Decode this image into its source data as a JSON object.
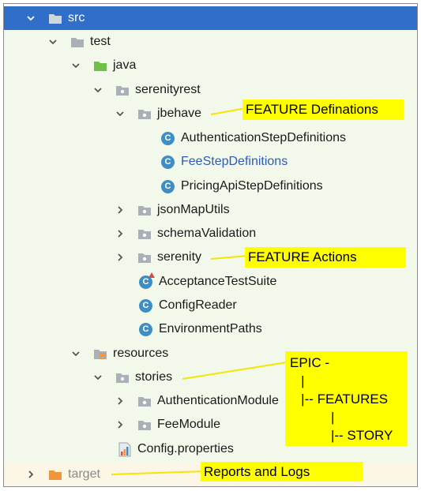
{
  "tree": {
    "src": "src",
    "test": "test",
    "java": "java",
    "serenityrest": "serenityrest",
    "jbehave": "jbehave",
    "authentication_step_definitions": "AuthenticationStepDefinitions",
    "fee_step_definitions": "FeeStepDefinitions",
    "pricing_api_step_definitions": "PricingApiStepDefinitions",
    "json_map_utils": "jsonMapUtils",
    "schema_validation": "schemaValidation",
    "serenity": "serenity",
    "acceptance_test_suite": "AcceptanceTestSuite",
    "config_reader": "ConfigReader",
    "environment_paths": "EnvironmentPaths",
    "resources": "resources",
    "stories": "stories",
    "authentication_module": "AuthenticationModule",
    "fee_module": "FeeModule",
    "config_properties": "Config.properties",
    "target": "target",
    "class_letter": "C"
  },
  "annotations": {
    "feature_definitions": "FEATURE Definations",
    "feature_actions": "FEATURE Actions",
    "epic": "EPIC -\n   |\n   |-- FEATURES\n           |\n           |-- STORY",
    "reports_logs": "Reports and Logs"
  },
  "colors": {
    "selected_row": "#2f6fc9",
    "test_band": "#f2f8ea",
    "target_band": "#fbf6e6",
    "folder_gray": "#a9b0b8",
    "folder_green": "#6fbf4a",
    "folder_orange": "#f0953d",
    "class_icon": "#3f8dc3",
    "highlight": "#ffff00",
    "pointer_line": "#f3e600"
  }
}
